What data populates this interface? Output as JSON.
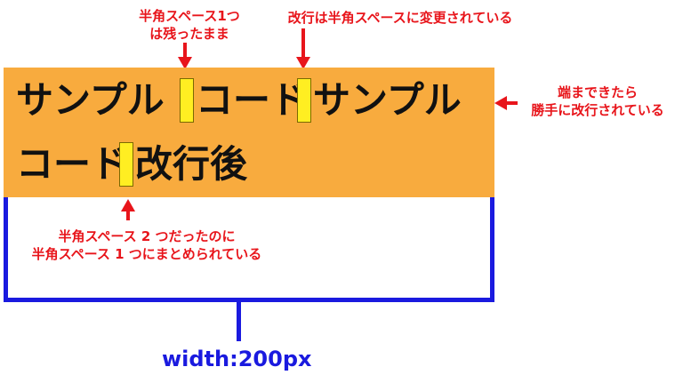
{
  "annotations": {
    "top_left": {
      "line1": "半角スペース1つ",
      "line2": "は残ったまま"
    },
    "top_center": "改行は半角スペースに変更されている",
    "right": {
      "line1": "端まできたら",
      "line2": "勝手に改行されている"
    },
    "bottom": {
      "line1": "半角スペース 2 つだったのに",
      "line2": "半角スペース 1 つにまとめられている"
    }
  },
  "sample": {
    "line1_part1": "サンプル",
    "line1_part2": "コード",
    "line1_part3": "サンプル",
    "line2_part1": "コード",
    "line2_part2": "改行後"
  },
  "width_label": "width:200px",
  "colors": {
    "box": "#f8ab3e",
    "space_marker": "#ffee22",
    "annotation": "#e8151b",
    "width_bracket": "#1a1adf"
  }
}
